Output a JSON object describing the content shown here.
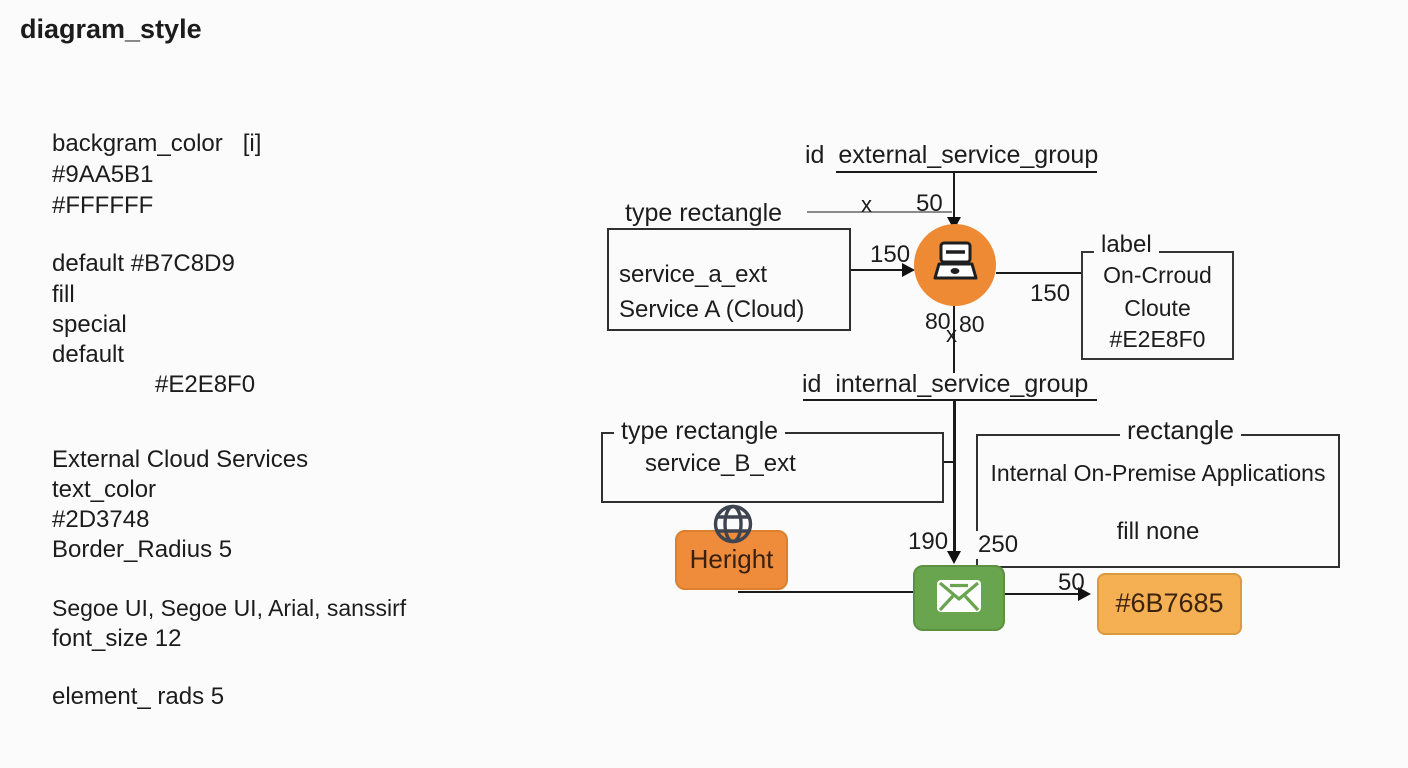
{
  "page": {
    "title": "diagram_style"
  },
  "left_panel": {
    "lines": [
      "backgram_color   [i]",
      "#9AA5B1",
      "#FFFFFF",
      "default #B7C8D9",
      "fill",
      "special",
      "default",
      "#E2E8F0",
      "External Cloud Services",
      "text_color",
      "#2D3748",
      "Border_Radius 5",
      "Segoe UI, Segoe UI, Arial, sanssirf",
      "font_size 12",
      "element_ rads 5"
    ]
  },
  "diagram": {
    "external_group": {
      "id_label": "id  external_service_group",
      "type_label": "type rectangle",
      "x_dim": "x",
      "dim_50": "50"
    },
    "service_a_box": {
      "id": "service_a_ext",
      "label": "Service A (Cloud)",
      "dim_150": "150"
    },
    "node_label_box": {
      "legend": "label",
      "line1": "On-Crroud",
      "line2": "Cloute",
      "line3": "#E2E8F0",
      "dim_150": "150"
    },
    "below_node": {
      "dim_80_left": "80",
      "dim_80_right": "80",
      "x_marker": "x"
    },
    "internal_group": {
      "id_label": "id  internal_service_group"
    },
    "service_b_box": {
      "legend": "type rectangle",
      "id": "service_B_ext"
    },
    "internal_rect": {
      "legend": "rectangle",
      "title": "Internal On-Premise Applications",
      "fill_label": "fill none",
      "dim_190": "190",
      "dim_250": "250"
    },
    "heright_node": {
      "label": "Heright"
    },
    "mail_edge": {
      "dim_50": "50"
    },
    "amber_node": {
      "label": "#6B7685"
    },
    "icons": {
      "laptop": "laptop-icon",
      "globe": "globe-icon",
      "envelope": "envelope-icon"
    },
    "colors": {
      "node_orange": "#ED8A33",
      "heright_orange": "#EE8C3C",
      "node_green": "#69A44F",
      "node_amber": "#F4B052",
      "icon_slate": "#3E4550",
      "text_dark": "#1C1C1C"
    }
  }
}
